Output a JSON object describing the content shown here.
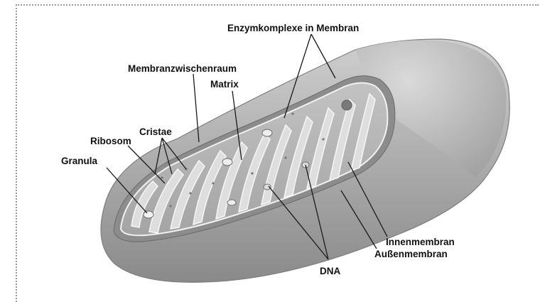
{
  "labels": {
    "enzyme_complexes": "Enzymkomplexe in Membran",
    "intermembrane_space": "Membranzwischenraum",
    "matrix": "Matrix",
    "cristae": "Cristae",
    "ribosome": "Ribosom",
    "granule": "Granula",
    "inner_membrane": "Innenmembran",
    "outer_membrane": "Außenmembran",
    "dna": "DNA"
  }
}
